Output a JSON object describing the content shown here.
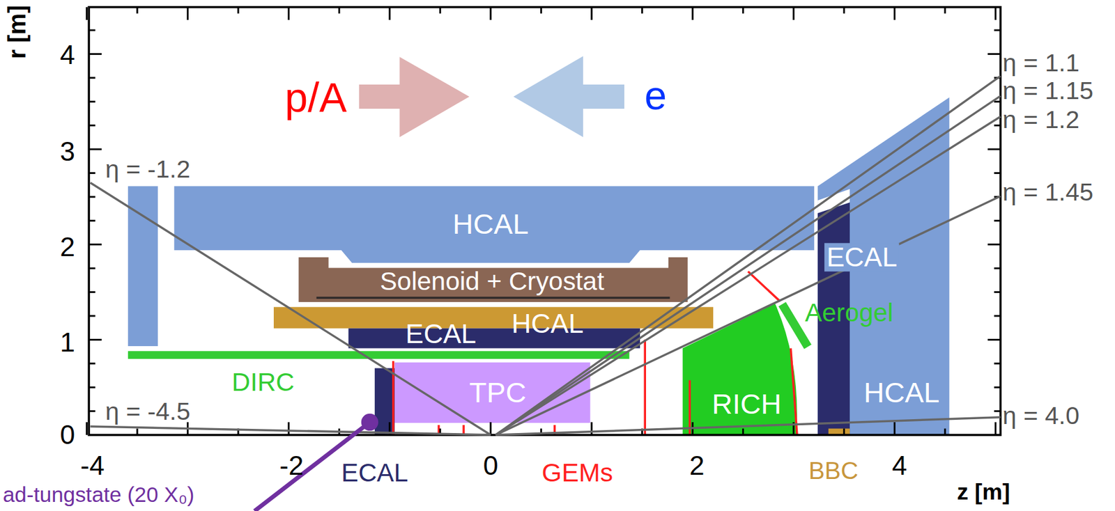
{
  "diagram": {
    "nodes": [
      {
        "text": [
          "HCAL"
        ]
      },
      {
        "text": [
          "Solenoid + Cryostat"
        ]
      },
      {
        "text": [
          "HCAL"
        ]
      },
      {
        "text": [
          "ECAL"
        ]
      },
      {
        "text": [
          "TPC"
        ]
      },
      {
        "text": [
          "RICH"
        ]
      },
      {
        "text": [
          "ECAL"
        ]
      },
      {
        "text": [
          "HCAL"
        ]
      }
    ],
    "labels": [
      "r [m]",
      "4",
      "3",
      "2",
      "1",
      "0",
      "p/A",
      "e",
      "η = 1.1",
      "η = 1.15",
      "η = 1.2",
      "η = -1.2",
      "η = 1.45",
      "Aerogel",
      "DIRC",
      "η = -4.5",
      "η = 4.0",
      "-4",
      "-2",
      "ECAL",
      "0",
      "GEMs",
      "2",
      "BBC",
      "4",
      "ad-tungstate (20 X₀)",
      "z [m]"
    ]
  }
}
